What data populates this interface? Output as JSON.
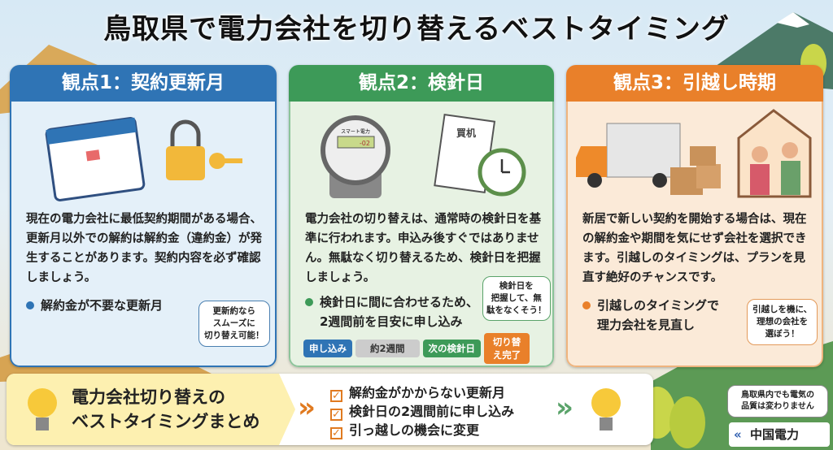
{
  "title": "鳥取県で電力会社を切り替えるベストタイミング",
  "panels": [
    {
      "header": "観点1：契約更新月",
      "body": "現在の電力会社に最低契約期間がある場合、更新月以外での解約は解約金（違約金）が発生することがあります。契約内容を必ず確認しましょう。",
      "bullet": "解約金が不要な更新月",
      "bubble": [
        "更新約なら",
        "スムーズに",
        "切り替え可能！"
      ]
    },
    {
      "header": "観点2：検針日",
      "body": "電力会社の切り替えは、通常時の検針日を基準に行われます。申込み後すぐではありません。無駄なく切り替えるため、検針日を把握しましょう。",
      "bullet": [
        "検針日に間に合わせるため、",
        "2週間前を目安に申し込み"
      ],
      "bubble": [
        "検針日を",
        "把握して、無",
        "駄をなくそう！"
      ],
      "meter_label": "スマート電力",
      "meter_reading": "-02",
      "receipt_label": "買机",
      "flow": [
        "申し込み",
        "約2週間",
        "次の検針日",
        "切り替え完了"
      ]
    },
    {
      "header": "観点3：引越し時期",
      "body": "新居で新しい契約を開始する場合は、現在の解約金や期間を気にせず会社を選択できます。引越しのタイミングは、プランを見直す絶好のチャンスです。",
      "bullet": [
        "引越しのタイミングで",
        "理力会社を見直し"
      ],
      "bubble": [
        "引越しを機に、",
        "理想の会社を",
        "選ぼう！"
      ]
    }
  ],
  "summary": {
    "title": [
      "電力会社切り替えの",
      "ベストタイミングまとめ"
    ],
    "checks": [
      "解約金がかからない更新月",
      "検針日の2週間前に申し込み",
      "引っ越しの機会に変更"
    ]
  },
  "corner_bubble": [
    "鳥取県内でも電気の",
    "品質は変わりません"
  ],
  "logo": "中国電力",
  "colors": {
    "blue": "#2f74b5",
    "green": "#3d9a58",
    "orange": "#e9802a"
  }
}
